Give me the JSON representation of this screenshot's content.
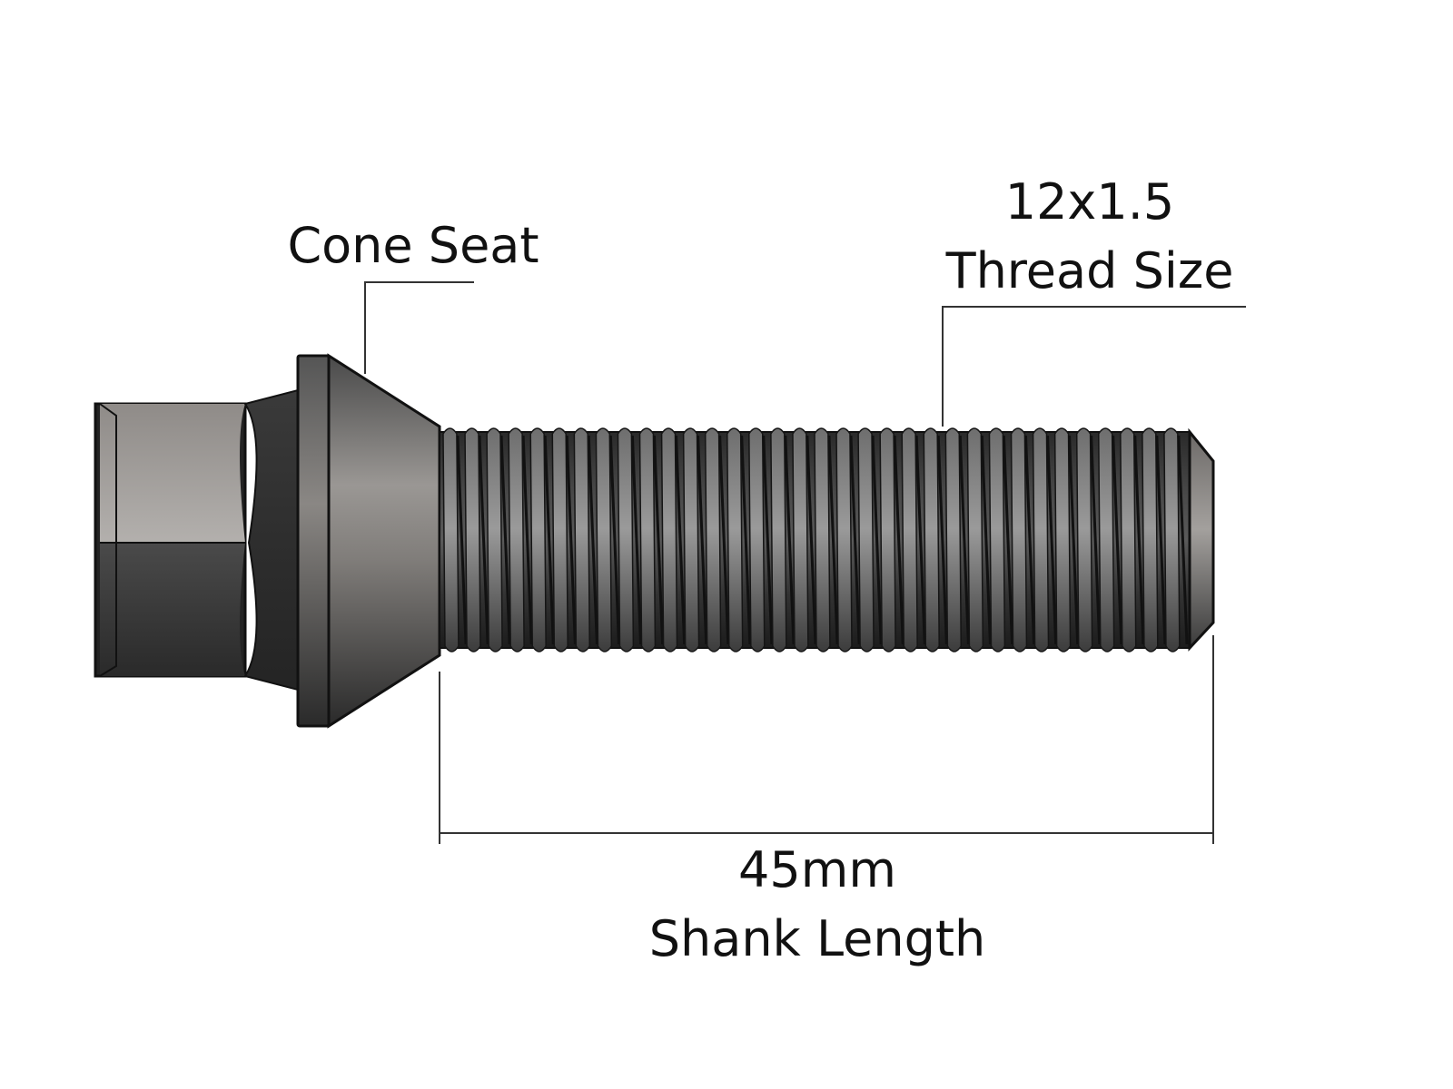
{
  "labels": {
    "cone_seat": "Cone Seat",
    "thread_pitch": "12x1.5",
    "thread_size": "Thread Size",
    "shank_measure": "45mm",
    "shank_length": "Shank Length"
  },
  "colors": {
    "background": "#ffffff",
    "bolt_dark": "#2b2b2b",
    "bolt_mid": "#5e5e5e",
    "bolt_light": "#a9a6a3",
    "leader_line": "#333333",
    "text": "#111111"
  },
  "thread_count": 34
}
